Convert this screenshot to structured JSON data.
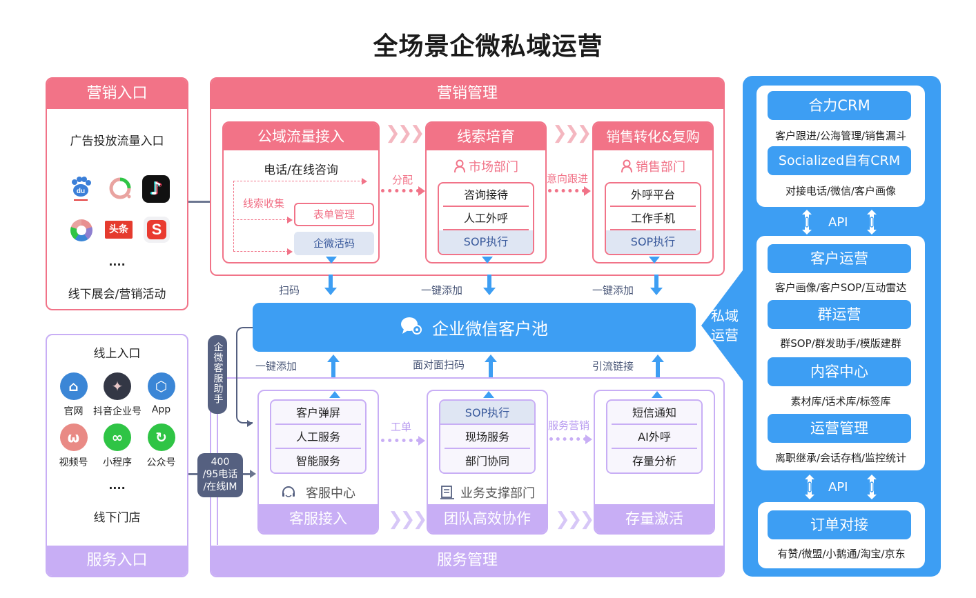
{
  "title": "全场景企微私域运营",
  "colors": {
    "marketing_pink": "#f27387",
    "service_purple": "#c8aef5",
    "pool_blue": "#3d9ef3",
    "highlight_bg": "#dfe6f3",
    "dark_pill": "#556080"
  },
  "marketing_entry": {
    "header": "营销入口",
    "top_text": "广告投放流量入口",
    "icons": [
      {
        "name": "baidu-icon",
        "glyph": "du"
      },
      {
        "name": "iqiyi-icon",
        "glyph": "Q"
      },
      {
        "name": "douyin-icon",
        "glyph": "♪"
      },
      {
        "name": "aperture-icon",
        "glyph": "◎"
      },
      {
        "name": "toutiao-icon",
        "glyph": "头条"
      },
      {
        "name": "sohu-icon",
        "glyph": "S"
      }
    ],
    "ellipsis": "....",
    "bottom_text": "线下展会/营销活动"
  },
  "marketing_mgmt": {
    "header": "营销管理",
    "stage1": {
      "header": "公域流量接入",
      "sub": "电话/在线咨询",
      "collect_label": "线索收集",
      "form_btn": "表单管理",
      "code_btn": "企微活码"
    },
    "assign_label": "分配",
    "stage2": {
      "header": "线索培育",
      "dept": "市场部门",
      "items": [
        "咨询接待",
        "人工外呼",
        "SOP执行"
      ]
    },
    "follow_label": "意向跟进",
    "stage3": {
      "header": "销售转化&复购",
      "dept": "销售部门",
      "items": [
        "外呼平台",
        "工作手机",
        "SOP执行"
      ]
    },
    "down_labels": [
      "扫码",
      "一键添加",
      "一键添加"
    ]
  },
  "pool": {
    "label": "企业微信客户池",
    "up_labels": [
      "一键添加",
      "面对面扫码",
      "引流链接"
    ]
  },
  "service_entry": {
    "top_text": "线上入口",
    "icons": [
      {
        "name": "website-icon",
        "label": "官网",
        "color": "#3b86d6",
        "glyph": "⌂"
      },
      {
        "name": "douyin-enterprise-icon",
        "label": "抖音企业号",
        "color": "#333745",
        "glyph": "✦"
      },
      {
        "name": "app-icon",
        "label": "App",
        "color": "#3b86d6",
        "glyph": "⬡"
      },
      {
        "name": "channels-icon",
        "label": "视频号",
        "color": "#e98a85",
        "glyph": "ω"
      },
      {
        "name": "mini-program-icon",
        "label": "小程序",
        "color": "#2fc445",
        "glyph": "∞"
      },
      {
        "name": "official-account-icon",
        "label": "公众号",
        "color": "#2fc445",
        "glyph": "↻"
      }
    ],
    "ellipsis": "....",
    "bottom_text": "线下门店",
    "footer": "服务入口"
  },
  "service_assistant": "企微客服助手",
  "phone_pill": "400\n/95电话\n/在线IM",
  "phone_lines": [
    "400",
    "/95电话",
    "/在线IM"
  ],
  "service_mgmt": {
    "footer": "服务管理",
    "stage1": {
      "items": [
        "客户弹屏",
        "人工服务",
        "智能服务"
      ],
      "dept": "客服中心",
      "footer": "客服接入"
    },
    "ticket_label": "工单",
    "stage2": {
      "items": [
        "SOP执行",
        "现场服务",
        "部门协同"
      ],
      "dept": "业务支撑部门",
      "footer": "团队高效协作"
    },
    "service_marketing_label": "服务营销",
    "stage3": {
      "items": [
        "短信通知",
        "AI外呼",
        "存量分析"
      ],
      "footer": "存量激活"
    }
  },
  "private_ops_tag": [
    "私域",
    "运营"
  ],
  "right": {
    "crm_card": {
      "btn1": "合力CRM",
      "sub1": "客户跟进/公海管理/销售漏斗",
      "btn2": "Socialized自有CRM",
      "sub2": "对接电话/微信/客户画像"
    },
    "api_label_1": "API",
    "ops_card": {
      "modules": [
        {
          "btn": "客户运营",
          "sub": "客户画像/客户SOP/互动雷达"
        },
        {
          "btn": "群运营",
          "sub": "群SOP/群发助手/模版建群"
        },
        {
          "btn": "内容中心",
          "sub": "素材库/话术库/标签库"
        },
        {
          "btn": "运营管理",
          "sub": "离职继承/会话存档/监控统计"
        }
      ]
    },
    "api_label_2": "API",
    "order_card": {
      "btn": "订单对接",
      "sub": "有赞/微盟/小鹅通/淘宝/京东"
    }
  }
}
